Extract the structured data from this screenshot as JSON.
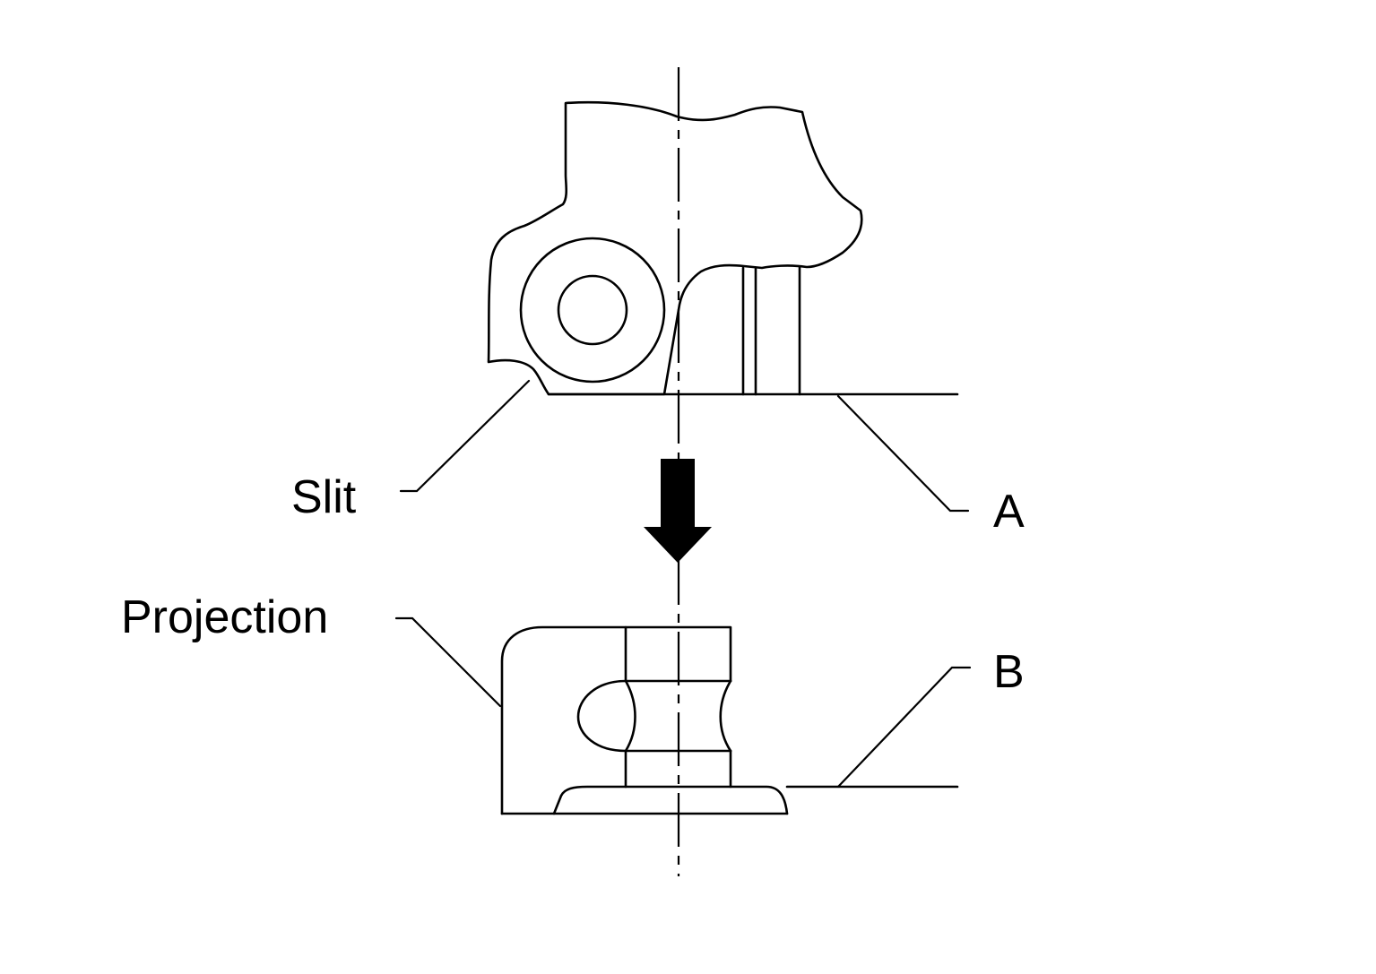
{
  "labels": {
    "slit": "Slit",
    "a": "A",
    "projection": "Projection",
    "b": "B"
  }
}
